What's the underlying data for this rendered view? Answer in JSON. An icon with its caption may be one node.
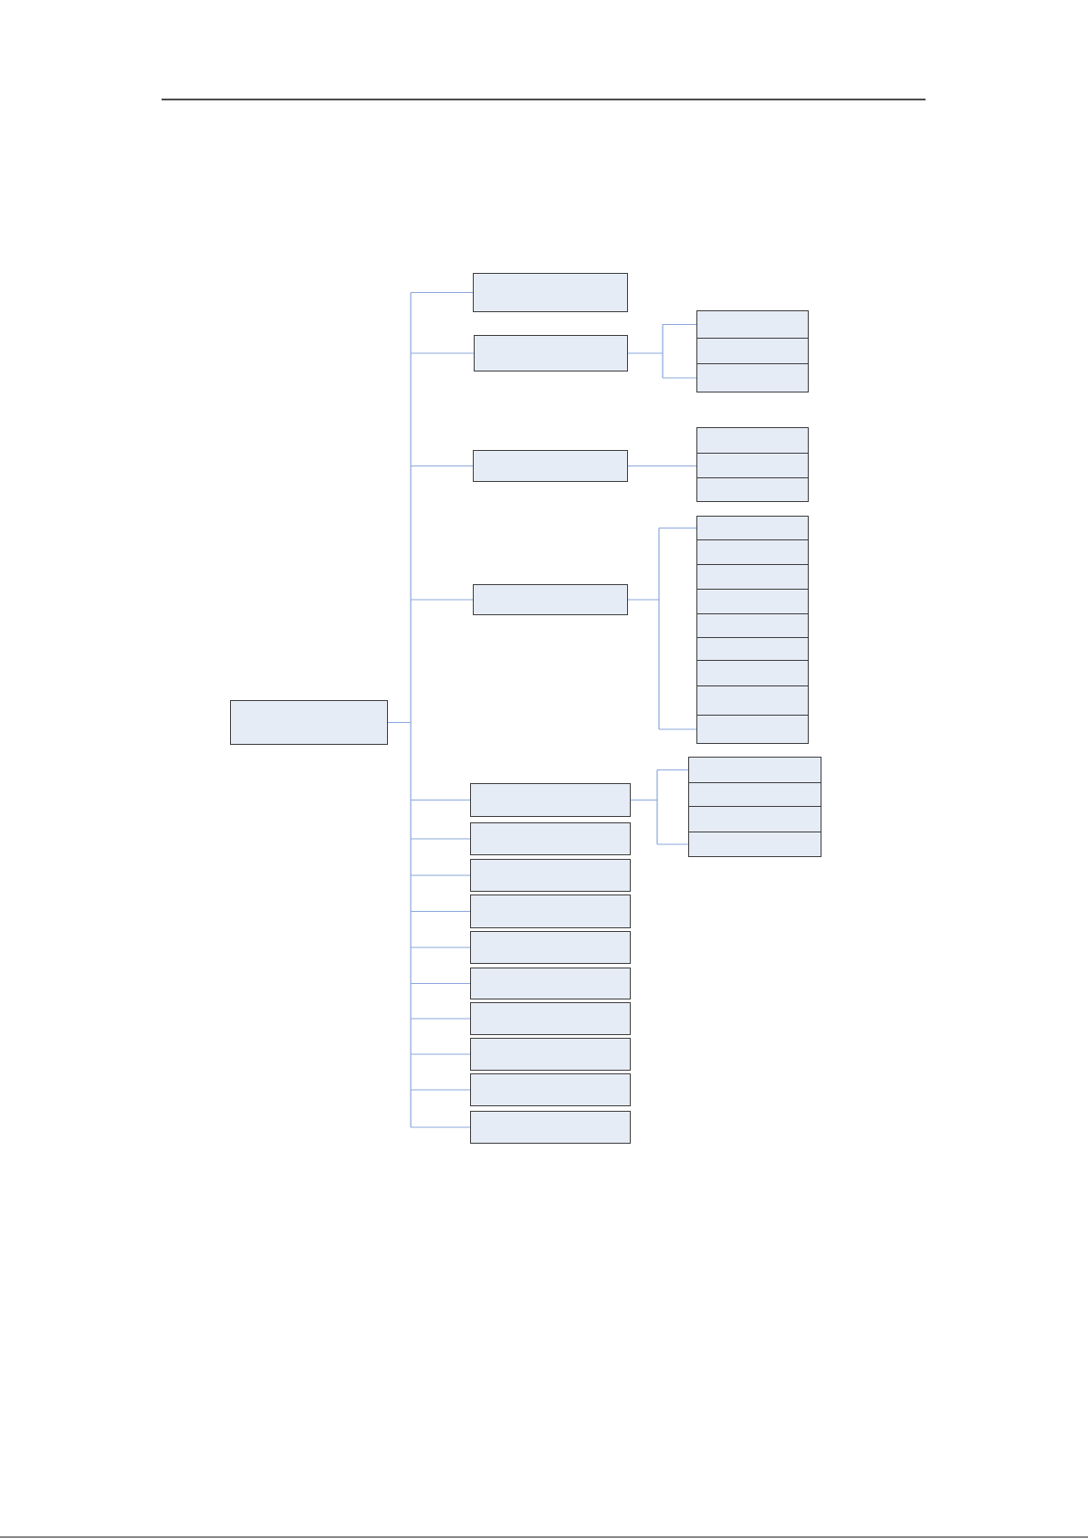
{
  "diagram": {
    "nodes": [
      {
        "text": [],
        "shape": "box"
      },
      {
        "text": [],
        "shape": "box"
      },
      {
        "text": [],
        "shape": "box"
      },
      {
        "text": [],
        "shape": "box"
      },
      {
        "text": [],
        "shape": "box"
      },
      {
        "text": [],
        "shape": "box"
      },
      {
        "text": [],
        "shape": "box"
      },
      {
        "text": [],
        "shape": "box"
      },
      {
        "text": [],
        "shape": "box"
      },
      {
        "text": [],
        "shape": "box"
      },
      {
        "text": [],
        "shape": "box"
      },
      {
        "text": [],
        "shape": "box"
      },
      {
        "text": [],
        "shape": "box"
      },
      {
        "text": [],
        "shape": "box"
      },
      {
        "text": [],
        "shape": "box"
      },
      {
        "text": [],
        "shape": "box"
      },
      {
        "text": [],
        "shape": "box"
      },
      {
        "text": [],
        "shape": "box"
      },
      {
        "text": [],
        "shape": "box"
      },
      {
        "text": [],
        "shape": "box"
      },
      {
        "text": [],
        "shape": "box"
      },
      {
        "text": [],
        "shape": "box"
      },
      {
        "text": [],
        "shape": "box"
      },
      {
        "text": [],
        "shape": "box"
      },
      {
        "text": [],
        "shape": "box"
      },
      {
        "text": [],
        "shape": "box"
      },
      {
        "text": [],
        "shape": "box"
      },
      {
        "text": [],
        "shape": "box"
      },
      {
        "text": [],
        "shape": "box"
      },
      {
        "text": [],
        "shape": "box"
      },
      {
        "text": [],
        "shape": "box"
      },
      {
        "text": [],
        "shape": "box"
      },
      {
        "text": [],
        "shape": "box"
      },
      {
        "text": [],
        "shape": "box"
      }
    ],
    "edges": [
      {
        "from": 0,
        "to": 1,
        "arrow": "none"
      },
      {
        "from": 0,
        "to": 2,
        "arrow": "none"
      },
      {
        "from": 0,
        "to": 6,
        "arrow": "none"
      },
      {
        "from": 0,
        "to": 10,
        "arrow": "none"
      },
      {
        "from": 0,
        "to": 20,
        "arrow": "none"
      },
      {
        "from": 0,
        "to": 25,
        "arrow": "none"
      },
      {
        "from": 0,
        "to": 26,
        "arrow": "none"
      },
      {
        "from": 0,
        "to": 27,
        "arrow": "none"
      },
      {
        "from": 0,
        "to": 28,
        "arrow": "none"
      },
      {
        "from": 0,
        "to": 29,
        "arrow": "none"
      },
      {
        "from": 0,
        "to": 30,
        "arrow": "none"
      },
      {
        "from": 0,
        "to": 31,
        "arrow": "none"
      },
      {
        "from": 0,
        "to": 32,
        "arrow": "none"
      },
      {
        "from": 0,
        "to": 33,
        "arrow": "none"
      },
      {
        "from": 2,
        "to": 3,
        "arrow": "none"
      },
      {
        "from": 2,
        "to": 5,
        "arrow": "none"
      },
      {
        "from": 6,
        "to": 8,
        "arrow": "none"
      },
      {
        "from": 10,
        "to": 11,
        "arrow": "none"
      },
      {
        "from": 10,
        "to": 19,
        "arrow": "none"
      },
      {
        "from": 20,
        "to": 21,
        "arrow": "none"
      },
      {
        "from": 20,
        "to": 24,
        "arrow": "none"
      }
    ]
  }
}
